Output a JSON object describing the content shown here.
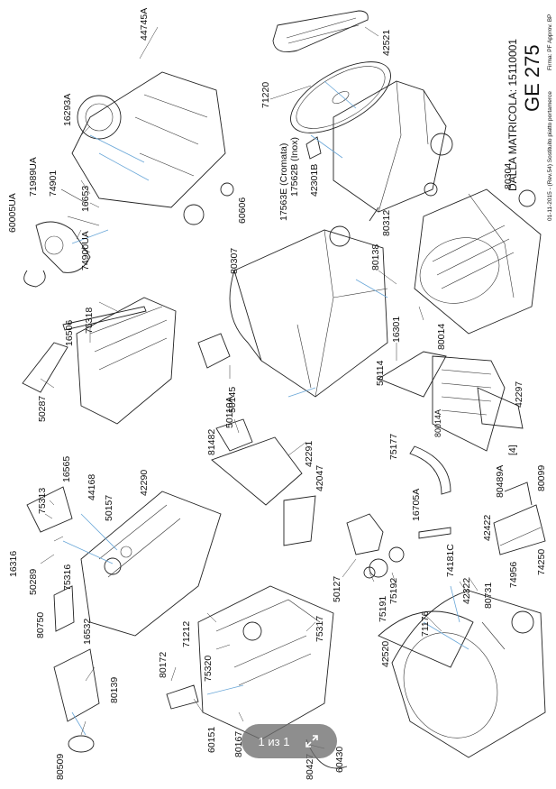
{
  "document": {
    "title": "GE 275",
    "serial": "DALLA MATRICOLA: 15110001",
    "revision_note": "01-11-2015 - (Rev.54) Sostituito piatto portamerce",
    "signature": "Firma: PF  Approv. BP"
  },
  "part_labels": [
    "42521",
    "44745A",
    "71220",
    "16293A",
    "17563E (Cromata)",
    "17562B (Inox)",
    "42301B",
    "71989UA",
    "74901",
    "16653",
    "60005UA",
    "74900UA",
    "60606",
    "80312",
    "80138",
    "80304",
    "80307",
    "75318",
    "16506",
    "50287",
    "16301",
    "80014",
    "50114",
    "50110A",
    "50145",
    "42297",
    "80014A",
    "75177",
    "81482",
    "42291",
    "44168",
    "16565",
    "75313",
    "16316",
    "50289",
    "75316",
    "50157",
    "42290",
    "42047",
    "16705A",
    "80489A",
    "[4]",
    "80099",
    "42422",
    "74181C",
    "74250",
    "74956",
    "50127",
    "75192",
    "75191",
    "80750",
    "16532",
    "42322",
    "80731",
    "71176",
    "42520",
    "71212",
    "75317",
    "75320",
    "80172",
    "80139",
    "80509",
    "60151",
    "80167",
    "80427",
    "60430"
  ],
  "viewer": {
    "page_indicator": "1 из 1",
    "expand_icon": "expand-icon"
  }
}
